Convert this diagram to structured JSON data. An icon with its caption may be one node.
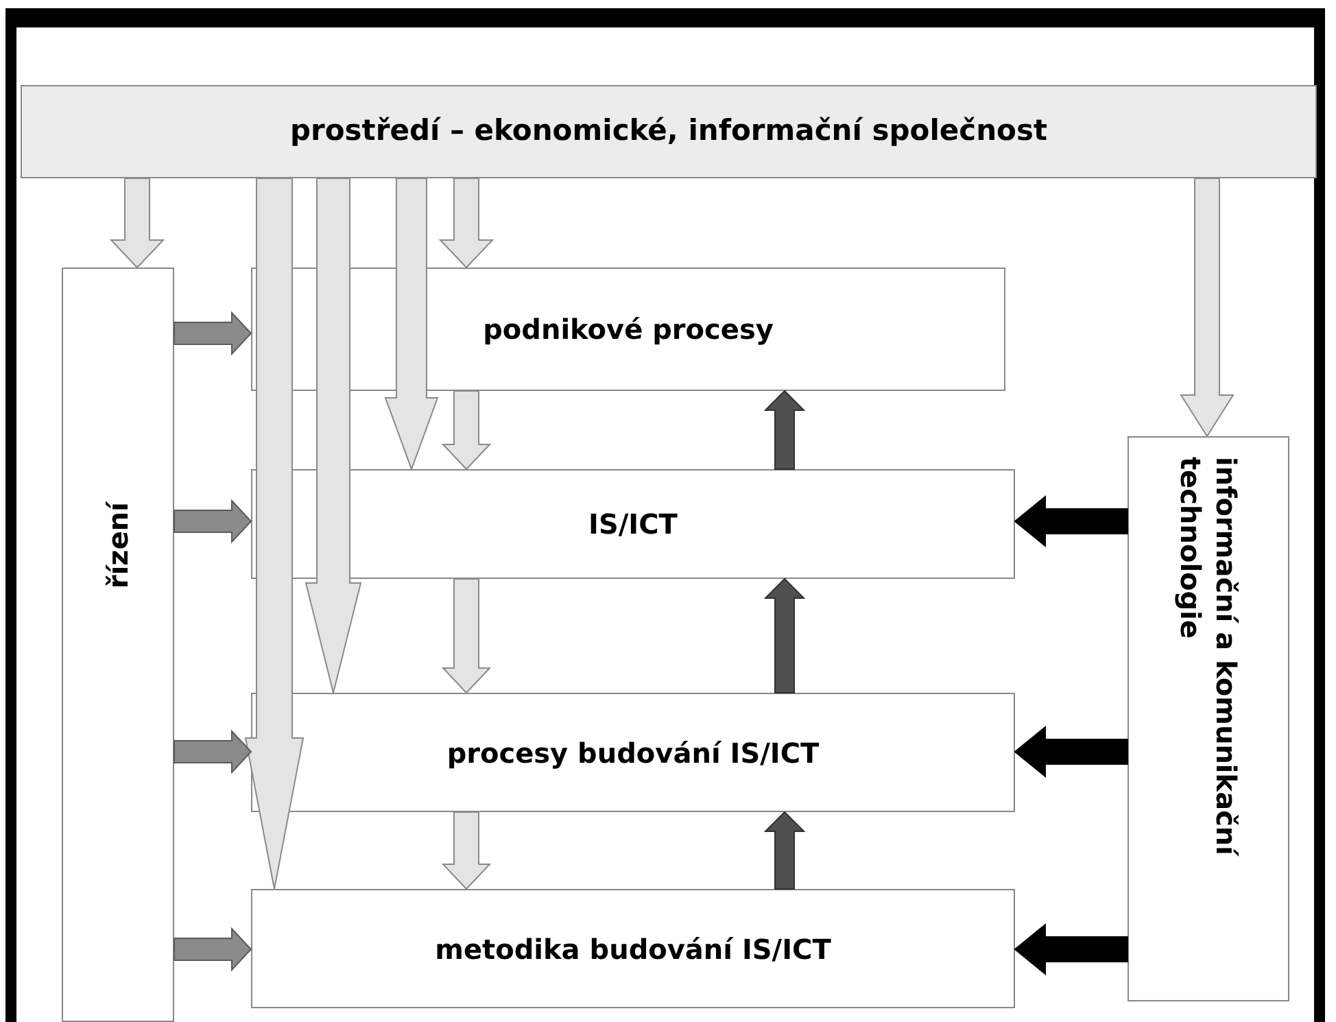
{
  "diagram": {
    "nodes": [
      {
        "text": [
          "prostředí – ekonomické, informační společnost"
        ]
      },
      {
        "text": [
          "řízení"
        ]
      },
      {
        "text": [
          "podnikové procesy"
        ]
      },
      {
        "text": [
          "IS/ICT"
        ]
      },
      {
        "text": [
          "procesy budování IS/ICT"
        ]
      },
      {
        "text": [
          "metodika budování IS/ICT"
        ]
      },
      {
        "text": [
          "informační a komunikační technologie"
        ]
      }
    ],
    "edges": [
      {
        "from": 0,
        "to": 1,
        "arrow": "to"
      },
      {
        "from": 0,
        "to": 2,
        "arrow": "to"
      },
      {
        "from": 0,
        "to": 3,
        "arrow": "to"
      },
      {
        "from": 0,
        "to": 4,
        "arrow": "to"
      },
      {
        "from": 0,
        "to": 5,
        "arrow": "to"
      },
      {
        "from": 0,
        "to": 6,
        "arrow": "to"
      },
      {
        "from": 1,
        "to": 2,
        "arrow": "to",
        "color": "#808080"
      },
      {
        "from": 1,
        "to": 3,
        "arrow": "to",
        "color": "#808080"
      },
      {
        "from": 1,
        "to": 4,
        "arrow": "to",
        "color": "#808080"
      },
      {
        "from": 1,
        "to": 5,
        "arrow": "to",
        "color": "#808080"
      },
      {
        "from": 2,
        "to": 3,
        "arrow": "to"
      },
      {
        "from": 3,
        "to": 4,
        "arrow": "to"
      },
      {
        "from": 4,
        "to": 5,
        "arrow": "to"
      },
      {
        "from": 3,
        "to": 2,
        "arrow": "to",
        "color": "#505050"
      },
      {
        "from": 4,
        "to": 3,
        "arrow": "to",
        "color": "#505050"
      },
      {
        "from": 5,
        "to": 4,
        "arrow": "to",
        "color": "#505050"
      },
      {
        "from": 6,
        "to": 3,
        "arrow": "to",
        "color": "#000000"
      },
      {
        "from": 6,
        "to": 4,
        "arrow": "to",
        "color": "#000000"
      },
      {
        "from": 6,
        "to": 5,
        "arrow": "to",
        "color": "#000000"
      }
    ]
  }
}
